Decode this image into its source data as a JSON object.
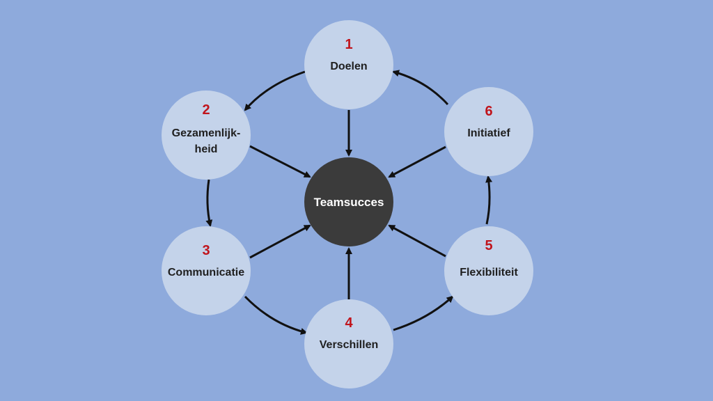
{
  "colors": {
    "background": "#8eaadc",
    "node_fill": "#c4d3ea",
    "center_fill": "#3b3b3b",
    "number": "#c0141c",
    "label": "#1f1f1f",
    "center_text": "#ffffff",
    "arrow": "#111111"
  },
  "center": {
    "label": "Teamsucces"
  },
  "nodes": [
    {
      "number": "1",
      "label_lines": [
        "Doelen"
      ]
    },
    {
      "number": "2",
      "label_lines": [
        "Gezamenlijk-",
        "heid"
      ]
    },
    {
      "number": "3",
      "label_lines": [
        "Communicatie"
      ]
    },
    {
      "number": "4",
      "label_lines": [
        "Verschillen"
      ]
    },
    {
      "number": "5",
      "label_lines": [
        "Flexibiliteit"
      ]
    },
    {
      "number": "6",
      "label_lines": [
        "Initiatief"
      ]
    }
  ]
}
